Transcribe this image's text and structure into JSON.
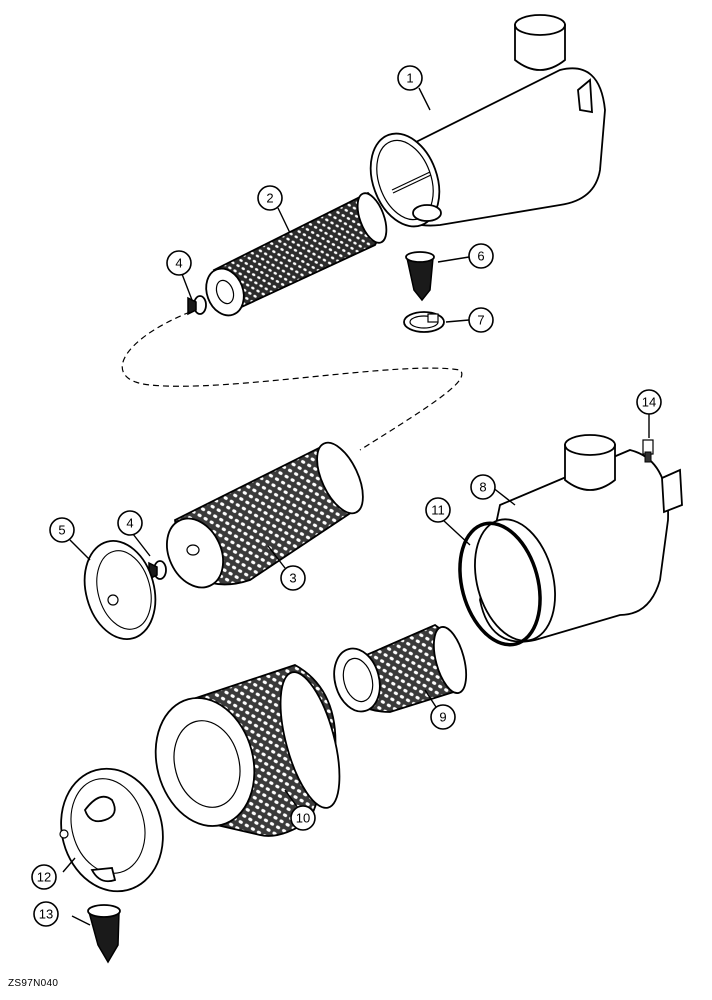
{
  "drawing_code": "ZS97N040",
  "callouts": [
    {
      "label": "1"
    },
    {
      "label": "2"
    },
    {
      "label": "3"
    },
    {
      "label": "4"
    },
    {
      "label": "4"
    },
    {
      "label": "5"
    },
    {
      "label": "6"
    },
    {
      "label": "7"
    },
    {
      "label": "8"
    },
    {
      "label": "9"
    },
    {
      "label": "10"
    },
    {
      "label": "11"
    },
    {
      "label": "12"
    },
    {
      "label": "13"
    },
    {
      "label": "14"
    }
  ]
}
